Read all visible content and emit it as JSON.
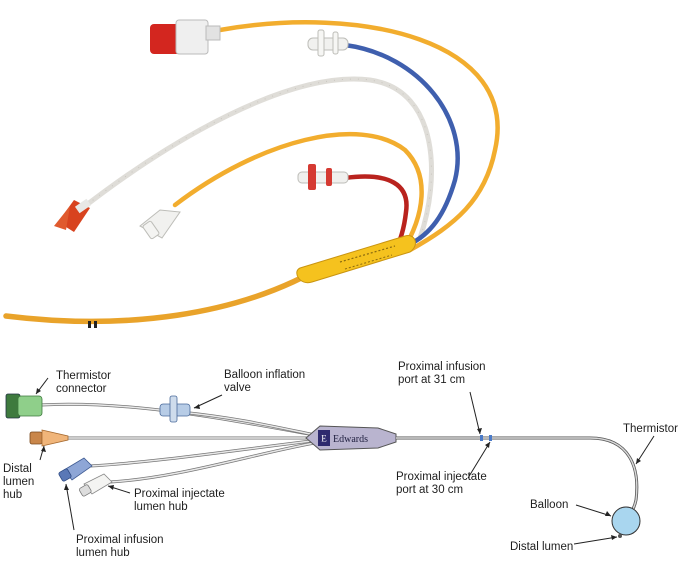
{
  "labels": {
    "thermistor_connector": [
      "Thermistor",
      "connector"
    ],
    "balloon_inflation_valve": [
      "Balloon inflation",
      "valve"
    ],
    "proximal_infusion_port": [
      "Proximal infusion",
      "port at 31 cm"
    ],
    "thermistor": [
      "Thermistor"
    ],
    "distal_lumen_hub": [
      "Distal",
      "lumen",
      "hub"
    ],
    "proximal_injectate_lumen_hub": [
      "Proximal injectate",
      "lumen hub"
    ],
    "proximal_injectate_port": [
      "Proximal injectate",
      "port at 30 cm"
    ],
    "balloon": [
      "Balloon"
    ],
    "distal_lumen": [
      "Distal lumen"
    ],
    "proximal_infusion_lumen_hub": [
      "Proximal infusion",
      "lumen hub"
    ]
  },
  "manufacturer_mark": "Edwards",
  "colors": {
    "catheter_yellow": "#f2ad2e",
    "catheter_blue": "#3f5fae",
    "catheter_red": "#b9231e",
    "catheter_white": "#eceae4",
    "connector_red": "#d3261f",
    "hub_green": "#8fcf8a",
    "hub_orange": "#f0b57a",
    "hub_blue": "#8ea6d6",
    "balloon_fill": "#a9d6ef"
  }
}
